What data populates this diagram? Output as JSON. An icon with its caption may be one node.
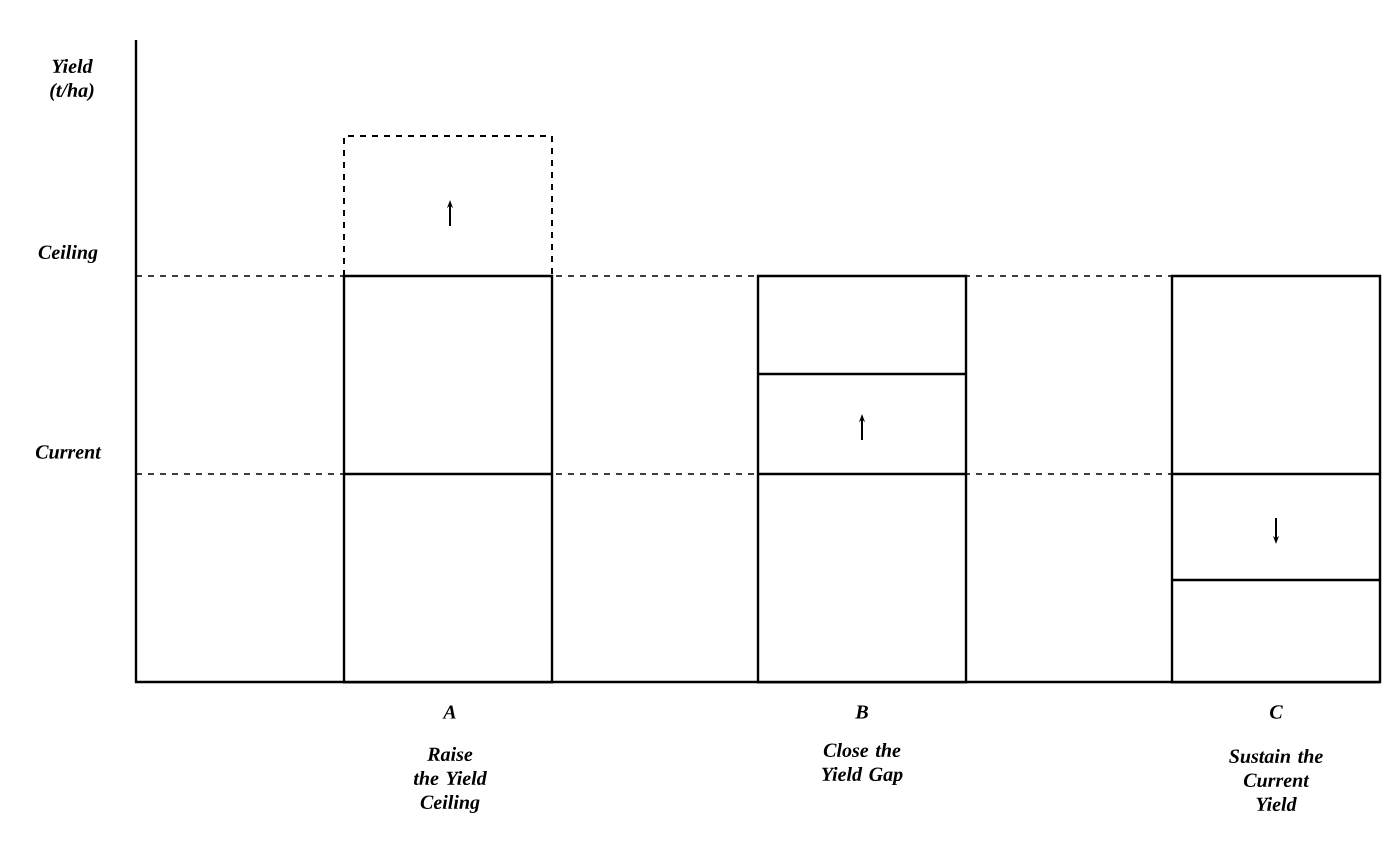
{
  "diagram": {
    "labels": [
      "Yield (t/ha)",
      "Ceiling",
      "Current",
      "A",
      "Raise the Yield Ceiling",
      "B",
      "Close the Yield Gap",
      "C",
      "Sustain the Current Yield"
    ]
  }
}
